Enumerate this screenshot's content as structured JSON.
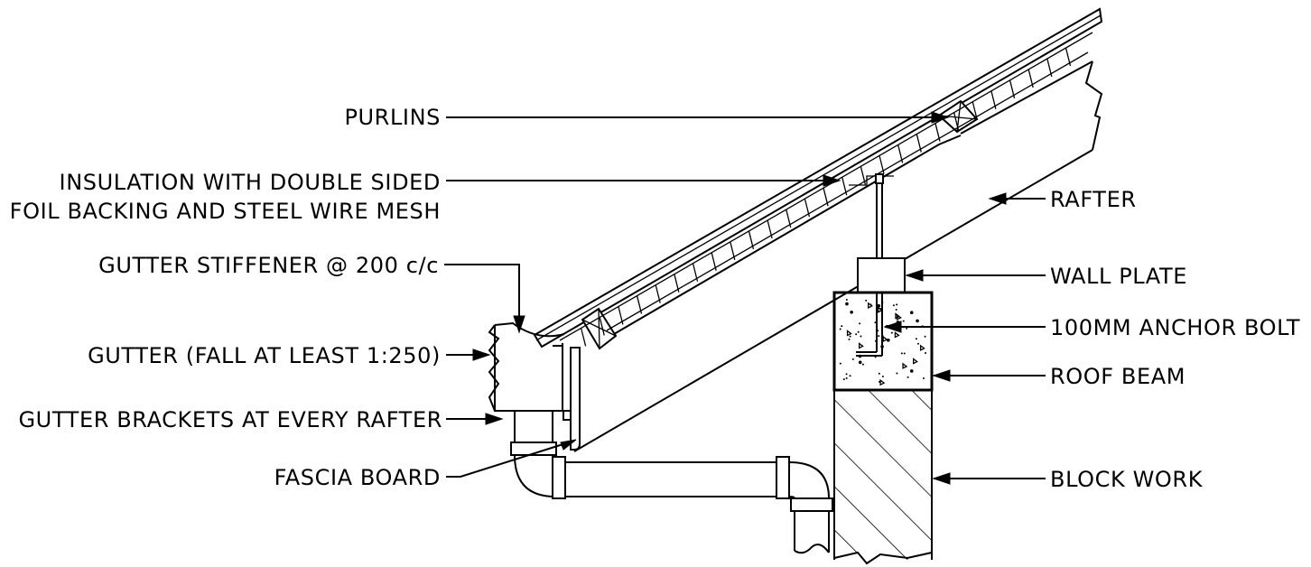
{
  "labels": {
    "purlins": "PURLINS",
    "insulation_line1": "INSULATION WITH DOUBLE SIDED",
    "insulation_line2": "FOIL BACKING AND STEEL WIRE MESH",
    "stiffener": "GUTTER STIFFENER @ 200 c/c",
    "gutter": "GUTTER (FALL AT LEAST 1:250)",
    "brackets": "GUTTER BRACKETS AT EVERY RAFTER",
    "fascia": "FASCIA BOARD",
    "rafter": "RAFTER",
    "wall_plate": "WALL PLATE",
    "anchor_bolt": "100MM ANCHOR BOLT",
    "roof_beam": "ROOF BEAM",
    "block_work": "BLOCK WORK"
  },
  "colors": {
    "line": "#000000",
    "background": "#ffffff"
  }
}
